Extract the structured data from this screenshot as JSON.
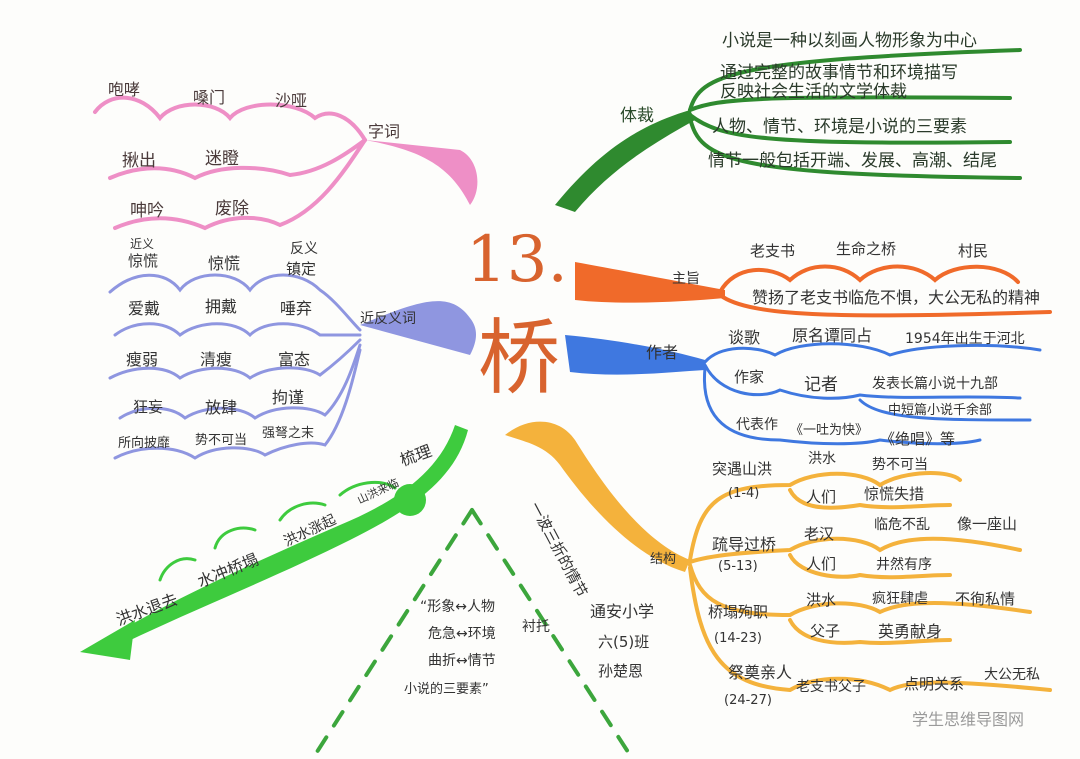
{
  "center": {
    "number": "13.",
    "title": "桥"
  },
  "colors": {
    "pink": "#ee8fc6",
    "green": "#2f8a2f",
    "orange": "#f06a2a",
    "blue": "#3f78e0",
    "yellow": "#f4b23c",
    "purple": "#8f96e0",
    "bright_green": "#3ecb3e",
    "title": "#d8632e"
  },
  "ziCi": {
    "label": "字词",
    "row1": [
      "咆哮",
      "嗓门",
      "沙哑"
    ],
    "row2": [
      "揪出",
      "迷瞪"
    ],
    "row3": [
      "呻吟",
      "废除"
    ]
  },
  "tiCai": {
    "label": "体裁",
    "items": [
      "小说是一种以刻画人物形象为中心",
      "通过完整的故事情节和环境描写",
      "反映社会生活的文学体裁",
      "人物、情节、环境是小说的三要素",
      "情节一般包括开端、发展、高潮、结尾"
    ]
  },
  "jinFanYi": {
    "label": "近反义词",
    "hdr_near": "近义",
    "hdr_anti": "反义",
    "pairs": [
      [
        "惊慌",
        "惊慌",
        "镇定"
      ],
      [
        "爱戴",
        "拥戴",
        "唾弃"
      ],
      [
        "瘦弱",
        "清瘦",
        "富态"
      ],
      [
        "狂妄",
        "放肆",
        "拘谨"
      ],
      [
        "所向披靡",
        "势不可当",
        "强弩之末"
      ]
    ]
  },
  "zhuZhi": {
    "label": "主旨",
    "row1": [
      "老支书",
      "生命之桥",
      "村民"
    ],
    "text": "赞扬了老支书临危不惧，大公无私的精神"
  },
  "zuoZhe": {
    "label": "作者",
    "name": "谈歌",
    "orig_name": "原名谭同占",
    "born": "1954年出生于河北",
    "zuojia": "作家",
    "jizhe": "记者",
    "pub1": "发表长篇小说十九部",
    "pub2": "中短篇小说千余部",
    "daibiao": "代表作",
    "work1": "《一吐为快》",
    "work2": "《绝唱》等"
  },
  "shuLi": {
    "label": "梳理",
    "steps": [
      "山洪来临",
      "洪水涨起",
      "水冲桥塌",
      "洪水退去"
    ]
  },
  "sanYaoSu": {
    "lines": [
      "“形象↔人物",
      "危急↔环境",
      "曲折↔情节",
      "小说的三要素”"
    ],
    "note": "衬托"
  },
  "author": {
    "school": "通安小学",
    "class": "六(5)班",
    "name": "孙楚恩"
  },
  "jieGou": {
    "label": "结构",
    "desc": "一波三折的情节",
    "sections": [
      {
        "title": "突遇山洪",
        "range": "(1-4)",
        "a": "洪水",
        "a2": "势不可当",
        "b": "人们",
        "b2": "惊慌失措"
      },
      {
        "title": "疏导过桥",
        "range": "(5-13)",
        "a": "老汉",
        "a2": "临危不乱",
        "a3": "像一座山",
        "b": "人们",
        "b2": "井然有序"
      },
      {
        "title": "桥塌殉职",
        "range": "(14-23)",
        "a": "洪水",
        "a2": "疯狂肆虐",
        "a3": "不徇私情",
        "b": "父子",
        "b2": "英勇献身"
      },
      {
        "title": "祭奠亲人",
        "range": "(24-27)",
        "a": "老支书父子",
        "a2": "点明关系",
        "a3": "大公无私"
      }
    ]
  },
  "watermark": "学生思维导图网"
}
